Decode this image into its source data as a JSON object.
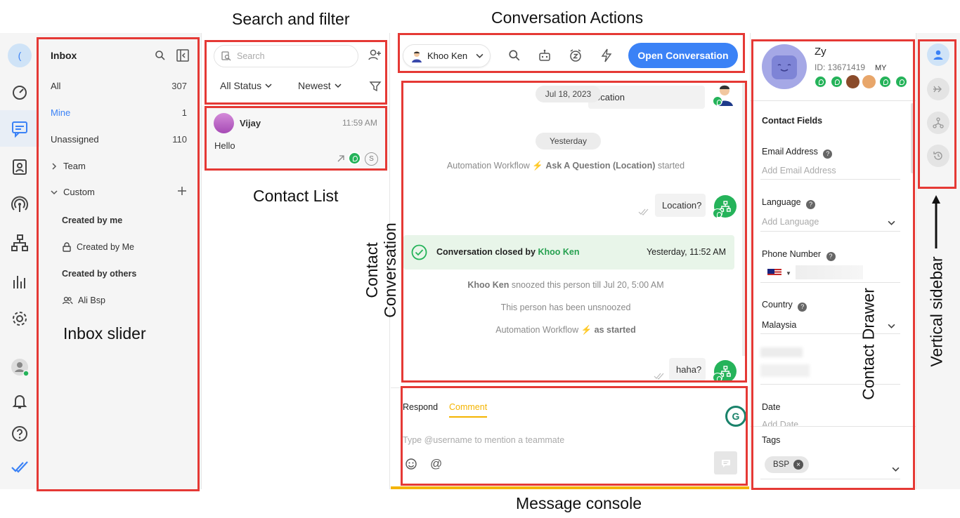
{
  "annotations": {
    "search_filter": "Search and filter",
    "conversation_actions": "Conversation Actions",
    "contact_list": "Contact List",
    "contact_conversation": "Contact Conversation",
    "inbox_slider": "Inbox slider",
    "message_console": "Message console",
    "contact_drawer": "Contact Drawer",
    "vertical_sidebar": "Vertical sidebar"
  },
  "rail": {
    "avatar_letter": "(",
    "icons": [
      "dashboard-icon",
      "chat-icon",
      "contacts-icon",
      "broadcast-icon",
      "workflow-icon",
      "reports-icon",
      "settings-icon",
      "user-status-icon",
      "bell-icon",
      "help-icon",
      "double-check-icon"
    ]
  },
  "inbox": {
    "title": "Inbox",
    "items": [
      {
        "label": "All",
        "count": "307"
      },
      {
        "label": "Mine",
        "count": "1"
      },
      {
        "label": "Unassigned",
        "count": "110"
      }
    ],
    "team_label": "Team",
    "custom_label": "Custom",
    "created_by_me_header": "Created by me",
    "created_by_me_item": "Created by Me",
    "created_by_others_header": "Created by others",
    "created_by_others_item": "Ali Bsp"
  },
  "contact_list": {
    "search_placeholder": "Search",
    "status_filter": "All Status",
    "sort": "Newest",
    "contact": {
      "name": "Vijay",
      "time": "11:59 AM",
      "message": "Hello",
      "badge": "S"
    }
  },
  "conversation": {
    "assignee": "Khoo Ken",
    "open_button": "Open Conversation",
    "date_chip_1": "Jul 18, 2023",
    "bubble_location_partial": "ocation",
    "date_chip_2": "Yesterday",
    "workflow_prefix": "Automation Workflow",
    "workflow_bold": "Ask A Question (Location)",
    "workflow_suffix": "started",
    "bubble_location": "Location?",
    "closed_prefix": "Conversation closed by",
    "closed_by": "Khoo Ken",
    "closed_time": "Yesterday, 11:52 AM",
    "snooze_bold": "Khoo Ken",
    "snooze_text": "snoozed this person till Jul 20, 5:00 AM",
    "unsnoozed": "This person has been unsnoozed",
    "workflow2_prefix": "Automation Workflow",
    "workflow2_suffix": "as started",
    "bubble_haha": "haha?"
  },
  "console": {
    "tab_respond": "Respond",
    "tab_comment": "Comment",
    "placeholder": "Type @username to mention a teammate"
  },
  "drawer": {
    "name": "Zy",
    "id": "ID: 13671419",
    "country_code": "MY",
    "section_title": "Contact Fields",
    "email_label": "Email Address",
    "email_placeholder": "Add Email Address",
    "language_label": "Language",
    "language_placeholder": "Add Language",
    "phone_label": "Phone Number",
    "country_label": "Country",
    "country_value": "Malaysia",
    "date_label": "Date",
    "date_placeholder": "Add Date",
    "tags_label": "Tags",
    "tag": "BSP"
  },
  "colors": {
    "accent": "#3b82f6",
    "mine": "#3b82f6",
    "green": "#25b35a",
    "closed_bg": "#e8f5e9",
    "annotation_border": "#e53935",
    "comment_tab": "#f4b400"
  }
}
